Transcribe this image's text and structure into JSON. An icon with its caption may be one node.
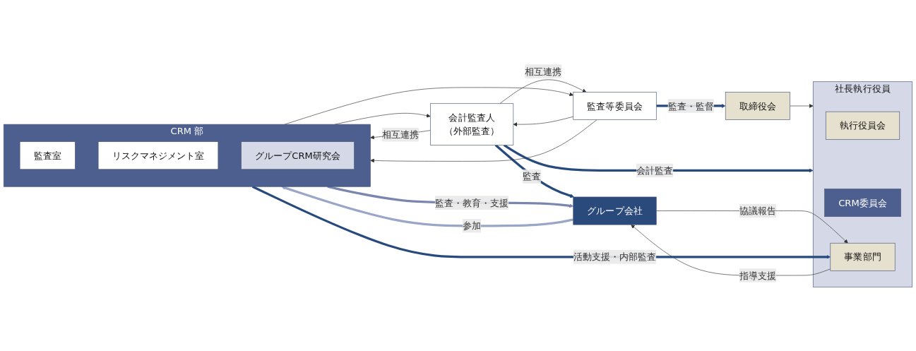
{
  "diagram": {
    "nodes": [
      {
        "text": [
          "監査等委員会"
        ]
      },
      {
        "text": [
          "取締役会"
        ]
      },
      {
        "text": [
          "会計監査人",
          "（外部監査）"
        ]
      },
      {
        "text": [
          "社長執行役員"
        ]
      },
      {
        "text": [
          "執行役員会"
        ],
        "in": 3
      },
      {
        "text": [
          "CRM委員会"
        ],
        "in": 3
      },
      {
        "text": [
          "事業部門"
        ],
        "in": 3
      },
      {
        "text": [
          "CRM 部"
        ]
      },
      {
        "text": [
          "監査室"
        ],
        "in": 7
      },
      {
        "text": [
          "リスクマネジメント室"
        ],
        "in": 7
      },
      {
        "text": [
          "グループCRM研究会"
        ],
        "in": 7
      },
      {
        "text": [
          "グループ会社"
        ]
      }
    ],
    "edges": [
      {
        "from": 0,
        "to": 1,
        "arrow": "to",
        "label": "監査・監督",
        "style": "thick",
        "color": "#274a7d"
      },
      {
        "from": 1,
        "to": 3,
        "arrow": "to"
      },
      {
        "from": 2,
        "to": 3,
        "arrow": "to",
        "label": "会計監査",
        "style": "thick",
        "color": "#274a7d"
      },
      {
        "from": 2,
        "to": 0,
        "arrow": "to",
        "label": "相互連携"
      },
      {
        "from": 0,
        "to": 2,
        "arrow": "to"
      },
      {
        "from": 2,
        "to": 7,
        "arrow": "to",
        "label": "相互連携"
      },
      {
        "from": 7,
        "to": 2,
        "arrow": "to"
      },
      {
        "from": 0,
        "to": 7,
        "arrow": "to"
      },
      {
        "from": 7,
        "to": 0,
        "arrow": "to"
      },
      {
        "from": 2,
        "to": 11,
        "arrow": "to",
        "label": "監査",
        "style": "thick",
        "color": "#274a7d"
      },
      {
        "from": 7,
        "to": 11,
        "arrow": "to",
        "label": "監査・教育・支援",
        "style": "thick",
        "color": "#7a86ad"
      },
      {
        "from": 11,
        "to": 7,
        "arrow": "to",
        "label": "参加",
        "style": "thick",
        "color": "#9aa6c8"
      },
      {
        "from": 7,
        "to": 6,
        "arrow": "to",
        "label": "活動支援・内部監査",
        "style": "thick",
        "color": "#274a7d"
      },
      {
        "from": 6,
        "to": 11,
        "arrow": "to",
        "label": "指導支援"
      },
      {
        "from": 11,
        "to": 6,
        "arrow": "to",
        "label": "協議報告"
      }
    ]
  }
}
